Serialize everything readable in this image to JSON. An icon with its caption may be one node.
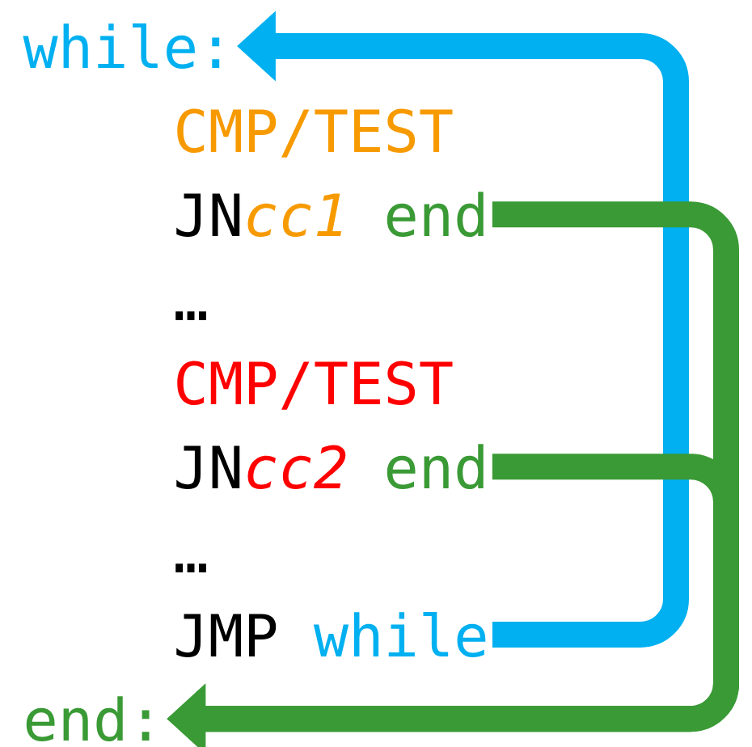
{
  "diagram": {
    "nodes": [
      {
        "text": [
          "while:"
        ]
      },
      {
        "text": [
          "end"
        ]
      },
      {
        "text": [
          "end"
        ]
      },
      {
        "text": [
          "while"
        ]
      },
      {
        "text": [
          "end:"
        ]
      }
    ],
    "edges": [
      {
        "from": 3,
        "to": 0,
        "arrow": "to",
        "color": "#00b0f0"
      },
      {
        "from": 1,
        "to": 4,
        "arrow": "to",
        "color": "#3a9a35"
      },
      {
        "from": 2,
        "to": 4,
        "arrow": "to",
        "color": "#3a9a35"
      }
    ],
    "labels": [
      "CMP/TEST",
      "JN",
      "cc1",
      "…",
      "CMP/TEST",
      "JN",
      "cc2",
      "…",
      "JMP"
    ]
  }
}
